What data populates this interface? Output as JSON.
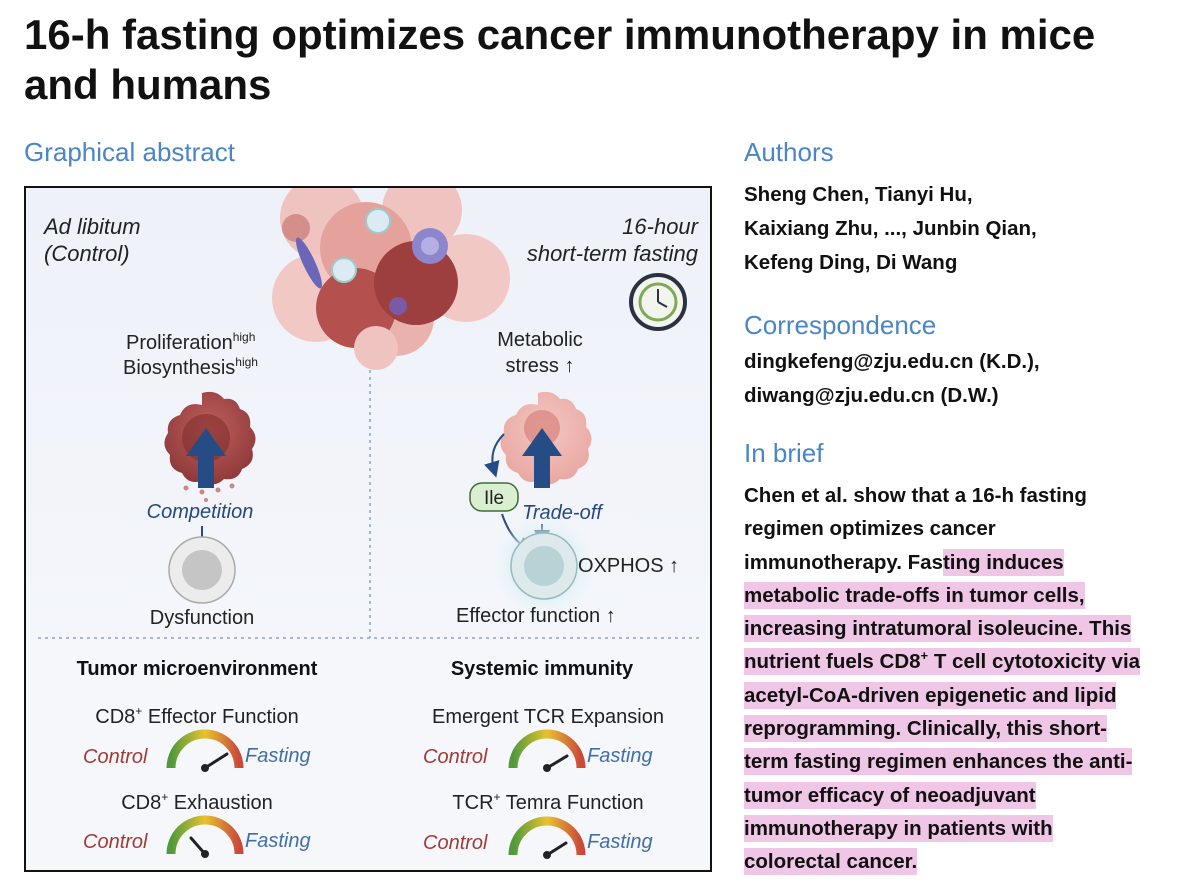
{
  "paper": {
    "title": "16-h fasting optimizes cancer immunotherapy in mice and humans"
  },
  "graphical_abstract": {
    "heading": "Graphical abstract",
    "left_condition_1": "Ad libitum",
    "left_condition_2": "(Control)",
    "right_condition_1": "16-hour",
    "right_condition_2": "short-term fasting",
    "proliferation": "Proliferation",
    "biosynthesis": "Biosynthesis",
    "high_sup": "high",
    "competition": "Competition",
    "dysfunction": "Dysfunction",
    "metabolic_1": "Metabolic",
    "metabolic_2": "stress ↑",
    "ile": "Ile",
    "tradeoff": "Trade-off",
    "oxphos": "OXPHOS ↑",
    "effector": "Effector function ↑",
    "tme_heading": "Tumor microenvironment",
    "systemic_heading": "Systemic immunity",
    "cd8_prefix": "CD8",
    "plus_sup": "+",
    "effector_function_label": " Effector Function",
    "exhaustion_label": " Exhaustion",
    "emergent_tcr": "Emergent TCR Expansion",
    "tcr_prefix": "TCR",
    "temra_label": " Temra Function",
    "control": "Control",
    "fasting": "Fasting",
    "colors": {
      "control": "#a23a36",
      "fasting": "#3f6fa8",
      "tumor": "#9c4a49",
      "arrow": "#264c86"
    }
  },
  "authors": {
    "heading": "Authors",
    "lines": [
      "Sheng Chen, Tianyi Hu,",
      "Kaixiang Zhu, ..., Junbin Qian,",
      "Kefeng Ding, Di Wang"
    ]
  },
  "correspondence": {
    "heading": "Correspondence",
    "lines": [
      "dingkefeng@zju.edu.cn (K.D.),",
      "diwang@zju.edu.cn (D.W.)"
    ]
  },
  "in_brief": {
    "heading": "In brief",
    "line1": "Chen et al. show that a 16-h fasting",
    "line2": "regimen optimizes cancer",
    "line3_plain": "immunotherapy. Fas",
    "line3_hl": "ting induces",
    "line4": "metabolic trade-offs in tumor cells,",
    "line5": "increasing intratumoral isoleucine. This",
    "line6_a": "nutrient fuels CD8",
    "line6_sup": "+",
    "line6_b": " T cell cytotoxicity via",
    "line7": "acetyl-CoA-driven epigenetic and lipid",
    "line8": "reprogramming. Clinically, this short-",
    "line9": "term fasting regimen enhances the anti-",
    "line10": "tumor efficacy of neoadjuvant",
    "line11": "immunotherapy in patients with",
    "line12": "colorectal cancer."
  }
}
